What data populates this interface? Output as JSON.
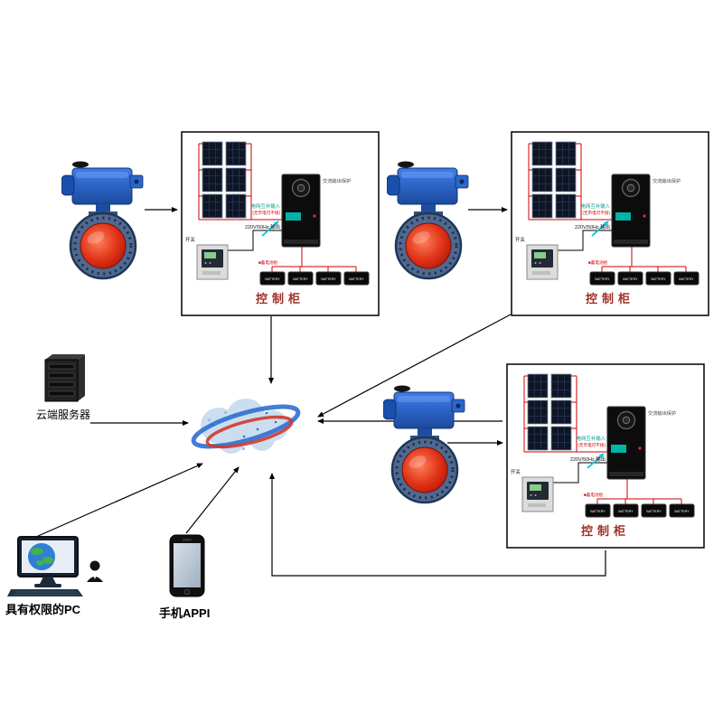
{
  "cabinet": {
    "label": "控制柜",
    "ac_protect": "交流输出保护",
    "grid_input": "电网互补输入",
    "grid_note": "(无市电可不接)",
    "output": "220V/50Hz 输出",
    "switch": "开关",
    "battery": "BATTERY",
    "battery_note": "■蓄电池组"
  },
  "nodes": {
    "server_label": "云端服务器",
    "pc_label": "具有权限的PC",
    "phone_label": "手机APPI"
  },
  "colors": {
    "wire_red": "#cc0000",
    "accent_blue": "#2f6fd0",
    "accent_red": "#cf3a2c",
    "cabinet_title": "#a03026",
    "valve_blue": "#2a66cc",
    "valve_disc_red": "#d42a1e",
    "screen_teal": "#00b3a6",
    "pointer_cyan": "#00c6db"
  }
}
